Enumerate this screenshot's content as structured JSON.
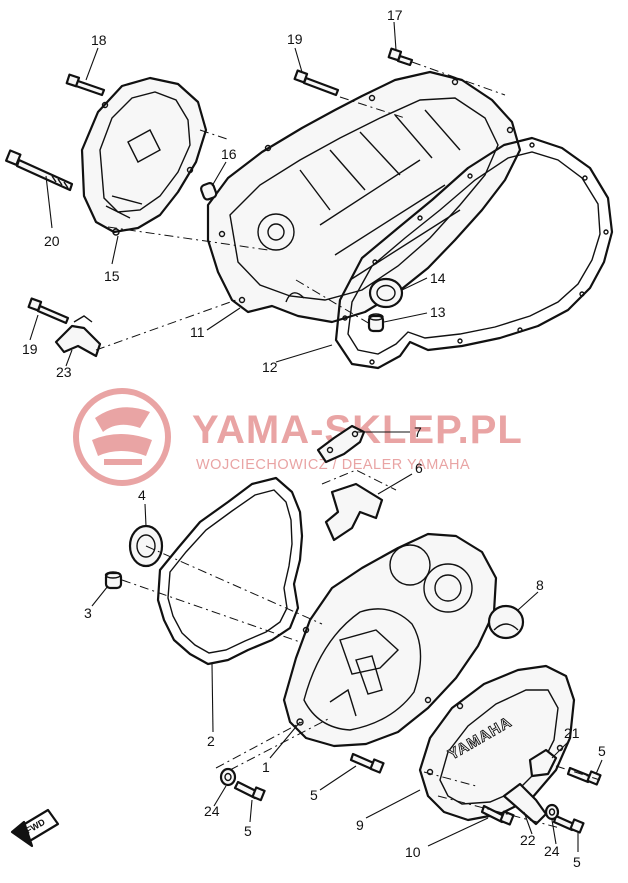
{
  "watermark": {
    "title": "YAMA-SKLEP.PL",
    "subtitle": "WOJCIECHOWICZ / DEALER YAMAHA",
    "color": "#e9a4a4"
  },
  "cover_emboss": "YAMAHA",
  "fwd_label": "FWD",
  "callouts": {
    "c1": "1",
    "c2": "2",
    "c3": "3",
    "c4": "4",
    "c5a": "5",
    "c5b": "5",
    "c5c": "5",
    "c5d": "5",
    "c6": "6",
    "c7": "7",
    "c8": "8",
    "c9": "9",
    "c10": "10",
    "c11": "11",
    "c12": "12",
    "c13": "13",
    "c14": "14",
    "c15": "15",
    "c16": "16",
    "c17": "17",
    "c18": "18",
    "c19a": "19",
    "c19b": "19",
    "c20": "20",
    "c21": "21",
    "c22": "22",
    "c23": "23",
    "c24a": "24",
    "c24b": "24"
  }
}
